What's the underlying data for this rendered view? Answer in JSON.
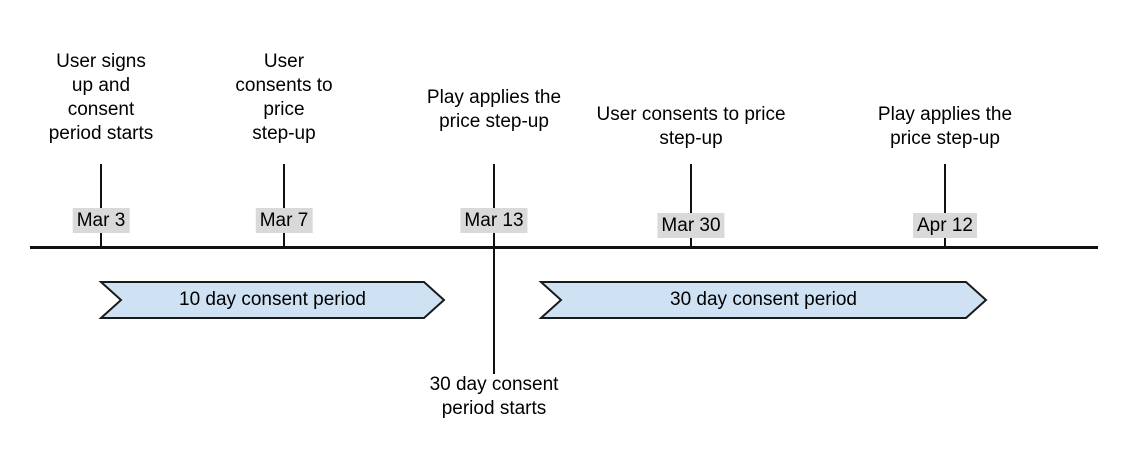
{
  "diagram": {
    "events": [
      {
        "date": "Mar 3",
        "description": "User signs\nup and\nconsent\nperiod starts"
      },
      {
        "date": "Mar 7",
        "description": "User\nconsents to\nprice\nstep-up"
      },
      {
        "date": "Mar 13",
        "description": "Play applies the\nprice step-up",
        "below_note": "30 day consent\nperiod starts"
      },
      {
        "date": "Mar 30",
        "description": "User consents to price\nstep-up"
      },
      {
        "date": "Apr 12",
        "description": "Play applies the\nprice step-up"
      }
    ],
    "periods": [
      {
        "label": "10 day consent period"
      },
      {
        "label": "30 day consent period"
      }
    ],
    "colors": {
      "period_fill": "#cfe2f3",
      "period_stroke": "#1a1a1a",
      "date_label_bg": "#d9d9d9",
      "line": "#111111",
      "text": "#000000"
    }
  }
}
